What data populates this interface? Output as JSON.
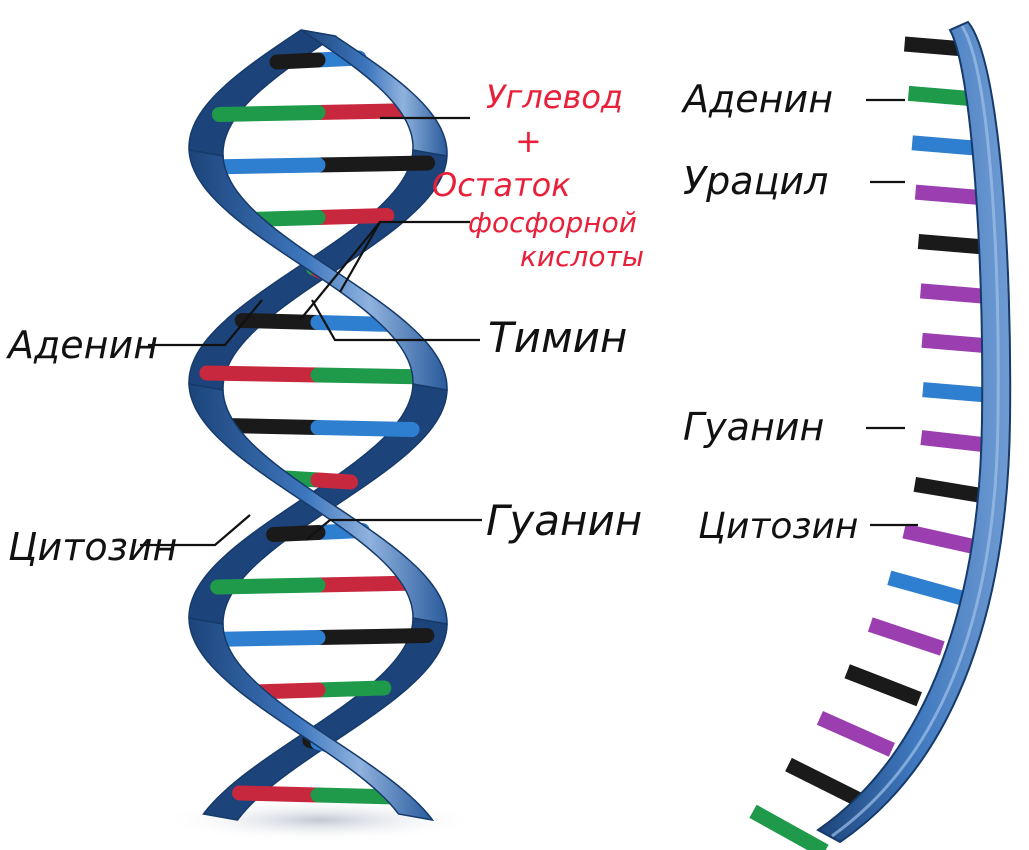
{
  "colors": {
    "backbone": "#2f64a8",
    "backbone_dark": "#1d447a",
    "backbone_light": "#6f9bd2",
    "adenine": "#1e9a4a",
    "thymine": "#c8283e",
    "uracil": "#9b3fb0",
    "guanine": "#1a1a1a",
    "cytosine": "#2f7fd0",
    "label_ink": "#111111",
    "annotation_ink": "#e8203a"
  },
  "dna": {
    "annotation_lines": [
      "Углевод",
      "+",
      "Остаток",
      "фосфорной",
      "кислоты"
    ],
    "labels": {
      "adenine": "Аденин",
      "thymine": "Тимин",
      "cytosine": "Цитозин",
      "guanine": "Гуанин"
    },
    "base_pairs": [
      [
        "cytosine",
        "guanine"
      ],
      [
        "thymine",
        "adenine"
      ],
      [
        "guanine",
        "cytosine"
      ],
      [
        "thymine",
        "adenine"
      ],
      [
        "adenine",
        "thymine"
      ],
      [
        "guanine",
        "cytosine"
      ],
      [
        "thymine",
        "adenine"
      ],
      [
        "guanine",
        "cytosine"
      ],
      [
        "adenine",
        "thymine"
      ],
      [
        "cytosine",
        "guanine"
      ],
      [
        "thymine",
        "adenine"
      ],
      [
        "guanine",
        "cytosine"
      ],
      [
        "adenine",
        "thymine"
      ],
      [
        "guanine",
        "cytosine"
      ],
      [
        "thymine",
        "adenine"
      ]
    ]
  },
  "rna": {
    "labels": {
      "adenine": "Аденин",
      "uracil": "Урацил",
      "guanine": "Гуанин",
      "cytosine": "Цитозин"
    },
    "bases": [
      "guanine",
      "adenine",
      "cytosine",
      "uracil",
      "guanine",
      "uracil",
      "uracil",
      "cytosine",
      "uracil",
      "guanine",
      "uracil",
      "cytosine",
      "uracil",
      "guanine",
      "uracil",
      "guanine",
      "adenine"
    ]
  }
}
